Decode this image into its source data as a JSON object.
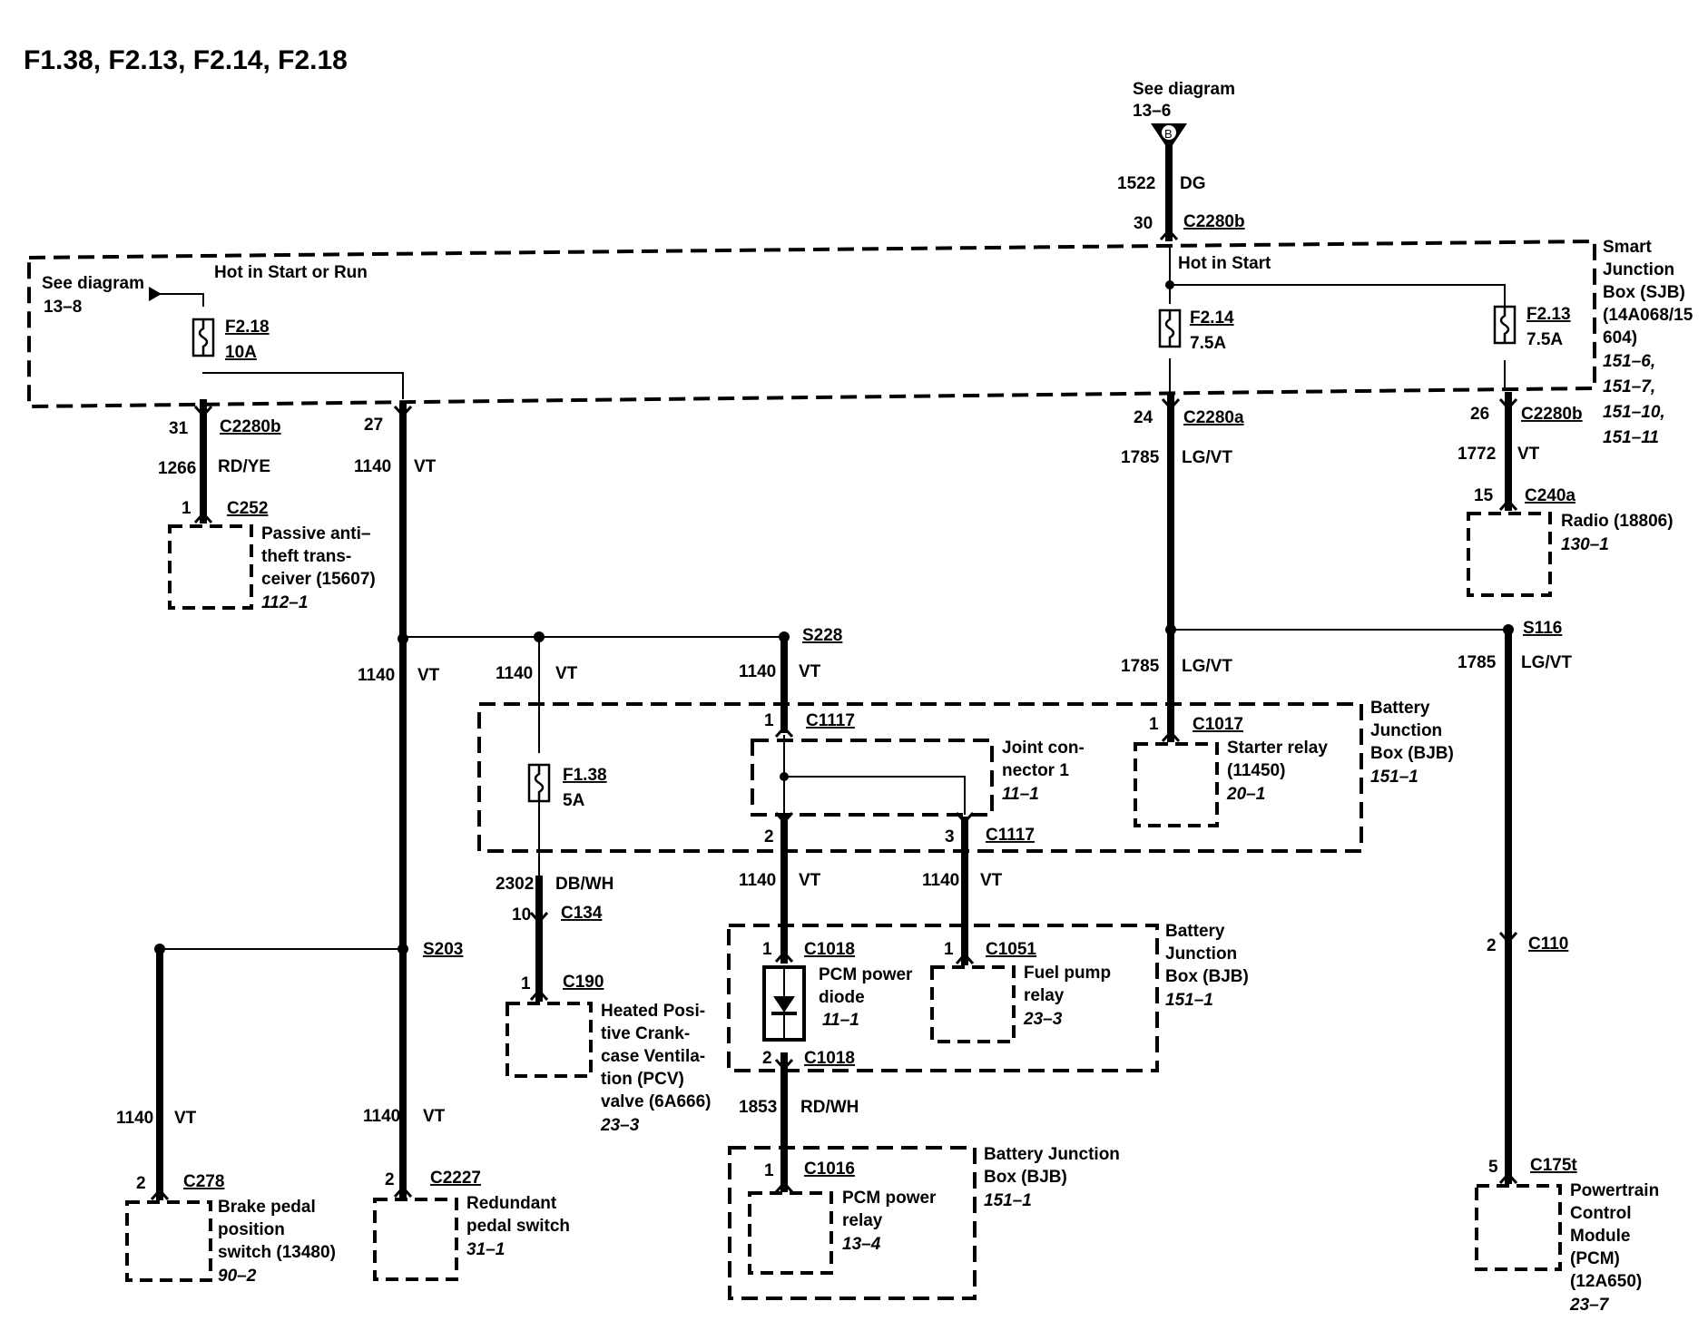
{
  "title": "F1.38, F2.13, F2.14, F2.18",
  "source_ref": {
    "line1": "See diagram",
    "line2": "13–6",
    "symbol": "B",
    "wire_no": "1522",
    "wire_color": "DG",
    "pin": "30",
    "connector": "C2280b"
  },
  "sjb": {
    "label": [
      "Smart",
      "Junction",
      "Box (SJB)",
      "(14A068/15",
      "604)"
    ],
    "refs": [
      "151–6,",
      "151–7,",
      "151–10,",
      "151–11"
    ],
    "hot_start_run": "Hot in Start or Run",
    "hot_start": "Hot in Start",
    "see_diagram": "See diagram",
    "see_diagram_ref": "13–8"
  },
  "fuses": {
    "f218": {
      "name": "F2.18",
      "rating": "10A"
    },
    "f214": {
      "name": "F2.14",
      "rating": "7.5A"
    },
    "f213": {
      "name": "F2.13",
      "rating": "7.5A"
    },
    "f138": {
      "name": "F1.38",
      "rating": "5A"
    }
  },
  "circuits": {
    "c31": {
      "pin": "31",
      "connector": "C2280b",
      "wire_no": "1266",
      "wire_color": "RD/YE"
    },
    "c27": {
      "pin": "27",
      "wire_no": "1140",
      "wire_color": "VT"
    },
    "c24": {
      "pin": "24",
      "connector": "C2280a",
      "wire_no": "1785",
      "wire_color": "LG/VT"
    },
    "c26": {
      "pin": "26",
      "connector": "C2280b",
      "wire_no": "1772",
      "wire_color": "VT"
    },
    "radio_pin": {
      "pin": "15",
      "connector": "C240a"
    },
    "patt_pin": {
      "pin": "1",
      "connector": "C252"
    },
    "vt_mid": {
      "wire_no": "1140",
      "wire_color": "VT"
    },
    "lgvt_s116": {
      "wire_no": "1785",
      "wire_color": "LG/VT"
    },
    "dbwh": {
      "wire_no": "2302",
      "wire_color": "DB/WH"
    },
    "rdwh": {
      "wire_no": "1853",
      "wire_color": "RD/WH"
    }
  },
  "splices": {
    "s228": "S228",
    "s116": "S116",
    "s203": "S203"
  },
  "connectors": {
    "c1117_1": {
      "pin": "1",
      "name": "C1117"
    },
    "c1117_2": {
      "pin": "2"
    },
    "c1117_3": {
      "pin": "3",
      "name": "C1117"
    },
    "c1017": {
      "pin": "1",
      "name": "C1017"
    },
    "c134": {
      "pin": "10",
      "name": "C134"
    },
    "c190": {
      "pin": "1",
      "name": "C190"
    },
    "c1018_1": {
      "pin": "1",
      "name": "C1018"
    },
    "c1018_2": {
      "pin": "2",
      "name": "C1018"
    },
    "c1051": {
      "pin": "1",
      "name": "C1051"
    },
    "c1016": {
      "pin": "1",
      "name": "C1016"
    },
    "c110": {
      "pin": "2",
      "name": "C110"
    },
    "c175t": {
      "pin": "5",
      "name": "C175t"
    },
    "c278": {
      "pin": "2",
      "name": "C278"
    },
    "c2227": {
      "pin": "2",
      "name": "C2227"
    }
  },
  "components": {
    "patt": {
      "lines": [
        "Passive anti–",
        "theft trans-",
        "ceiver (15607)"
      ],
      "ref": "112–1"
    },
    "radio": {
      "lines": [
        "Radio (18806)"
      ],
      "ref": "130–1"
    },
    "joint": {
      "lines": [
        "Joint con-",
        "nector 1"
      ],
      "ref": "11–1"
    },
    "starter": {
      "lines": [
        "Starter relay",
        "(11450)"
      ],
      "ref": "20–1"
    },
    "bjb1": {
      "lines": [
        "Battery",
        "Junction",
        "Box (BJB)"
      ],
      "ref": "151–1"
    },
    "pcv": {
      "lines": [
        "Heated Posi-",
        "tive Crank-",
        "case Ventila-",
        "tion (PCV)",
        "valve (6A666)"
      ],
      "ref": "23–3"
    },
    "diode": {
      "lines": [
        "PCM power",
        "diode"
      ],
      "ref": "11–1"
    },
    "fuelpump": {
      "lines": [
        "Fuel pump",
        "relay"
      ],
      "ref": "23–3"
    },
    "bjb2": {
      "lines": [
        "Battery",
        "Junction",
        "Box (BJB)"
      ],
      "ref": "151–1"
    },
    "bjb3": {
      "lines": [
        "Battery Junction",
        "Box (BJB)"
      ],
      "ref": "151–1"
    },
    "pcmrelay": {
      "lines": [
        "PCM power",
        "relay"
      ],
      "ref": "13–4"
    },
    "brake": {
      "lines": [
        "Brake pedal",
        "position",
        "switch (13480)"
      ],
      "ref": "90–2"
    },
    "redundant": {
      "lines": [
        "Redundant",
        "pedal switch"
      ],
      "ref": "31–1"
    },
    "pcm": {
      "lines": [
        "Powertrain",
        "Control",
        "Module",
        "(PCM)",
        "(12A650)"
      ],
      "ref": "23–7"
    }
  }
}
